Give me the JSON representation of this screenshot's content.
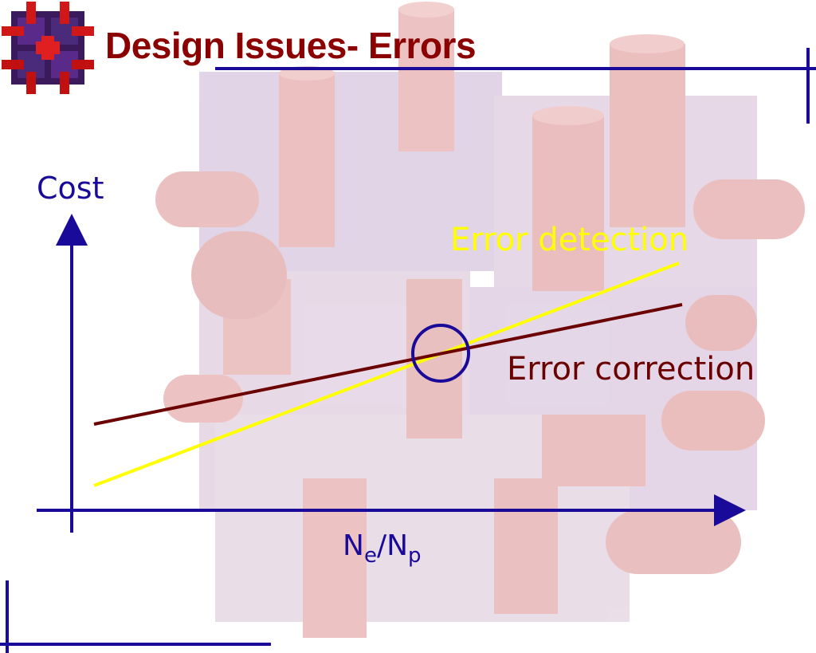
{
  "slide": {
    "title": "Design Issues- Errors"
  },
  "diagram": {
    "y_axis_label": "Cost",
    "x_axis_label": {
      "numerator_base": "N",
      "numerator_sub": "e",
      "separator": "/",
      "denominator_base": "N",
      "denominator_sub": "p"
    },
    "lines": [
      {
        "label": "Error detection",
        "color": "#ffff00"
      },
      {
        "label": "Error correction",
        "color": "#6b0000"
      }
    ],
    "crossover_marker": "circle",
    "colors": {
      "title": "#8b0000",
      "axes": "#1a0a9a",
      "rules": "#1a0a9a",
      "background_art": "#d98a8a"
    }
  }
}
